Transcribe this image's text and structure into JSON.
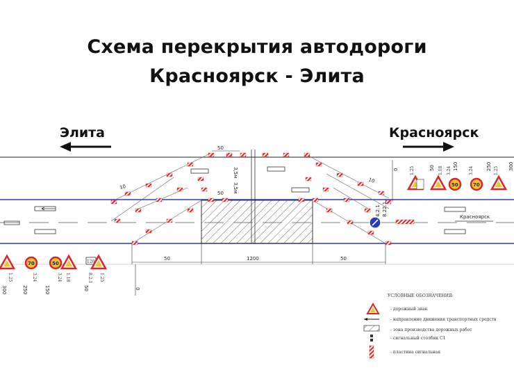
{
  "title": {
    "line1": "Схема перекрытия автодороги",
    "line2": "Красноярск - Элита"
  },
  "directions": {
    "left": "Элита",
    "right": "Красноярск"
  },
  "road_label": "Красноярск",
  "dimensions": {
    "top_work": "50",
    "taper_left": "10",
    "taper_right": "10",
    "lane_width_1": "3,5м",
    "lane_width_2": "3,5м",
    "inner_50": "50",
    "bottom_left": "50",
    "bottom_center": "1200",
    "bottom_right": "50"
  },
  "right_signs": {
    "distances": [
      "0",
      "50",
      "150",
      "250",
      "300"
    ],
    "codes": [
      "1.25",
      "1.18",
      "3.24",
      "3.24",
      "1.25"
    ],
    "speeds": [
      "50",
      "70"
    ],
    "post_codes": [
      "4.2.1",
      "8.22.1"
    ]
  },
  "left_signs": {
    "distances": [
      "300",
      "250",
      "150",
      "50",
      "0"
    ],
    "codes": [
      "1.25",
      "3.24",
      "3.24",
      "1.18",
      "8.2.1",
      "1.25"
    ],
    "speeds": [
      "70",
      "50"
    ],
    "plate_value": "1200"
  },
  "legend": {
    "title": "УСЛОВНЫЕ ОБОЗНАЧЕНИЯ:",
    "items": [
      "- дорожный знак",
      "- направление движения транспортных средств",
      "- зона производства дорожных работ",
      "- сигнальный столбик С1",
      "- пластина сигнальная"
    ]
  },
  "colors": {
    "sign_red": "#d9262b",
    "sign_yellow": "#f2c230",
    "road_blue": "#2b3bb0",
    "hatch": "#555555"
  }
}
